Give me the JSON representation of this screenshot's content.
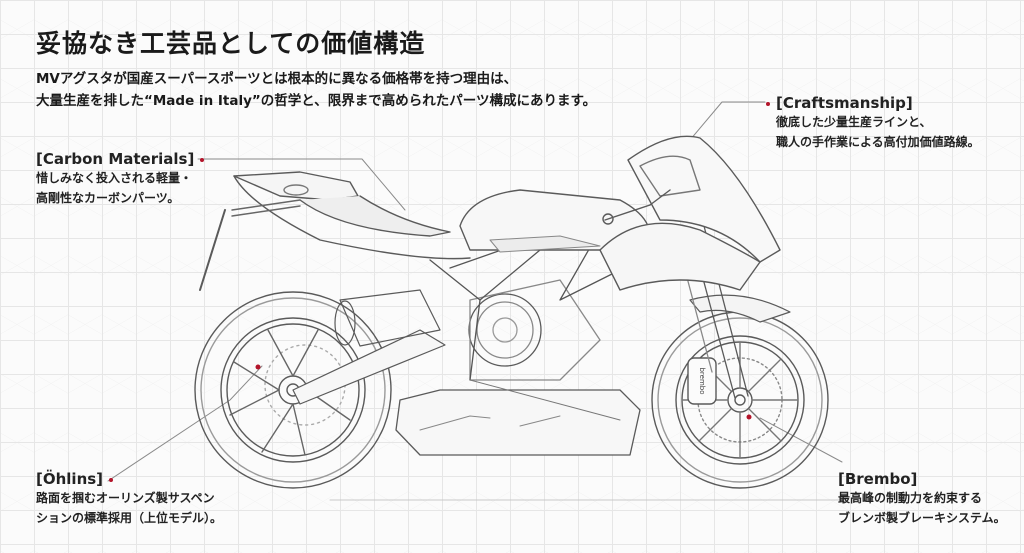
{
  "header": {
    "title": "妥協なき工芸品としての価値構造",
    "subtitle_lines": [
      "MVアグスタが国産スーパースポーツとは根本的に異なる価格帯を持つ理由は、",
      "大量生産を排した“Made in Italy”の哲学と、限界まで高められたパーツ構成にあります。"
    ]
  },
  "callouts": {
    "craftsmanship": {
      "label": "[Craftsmanship]",
      "lines": [
        "徹底した少量生産ラインと、",
        "職人の手作業による高付加価値路線。"
      ]
    },
    "carbon": {
      "label": "[Carbon Materials]",
      "lines": [
        "惜しみなく投入される軽量・",
        "高剛性なカーボンパーツ。"
      ]
    },
    "ohlins": {
      "label": "[Öhlins]",
      "lines": [
        "路面を掴むオーリンズ製サスペン",
        "ションの標準採用（上位モデル）。"
      ]
    },
    "brembo": {
      "label": "[Brembo]",
      "lines": [
        "最高峰の制動力を約束する",
        "ブレンボ製ブレーキシステム。"
      ]
    }
  },
  "illustration": {
    "subject": "motorcycle-line-drawing",
    "caliper_text": "brembo",
    "accent_color": "#b3142a",
    "line_color": "#5a5a5a"
  }
}
